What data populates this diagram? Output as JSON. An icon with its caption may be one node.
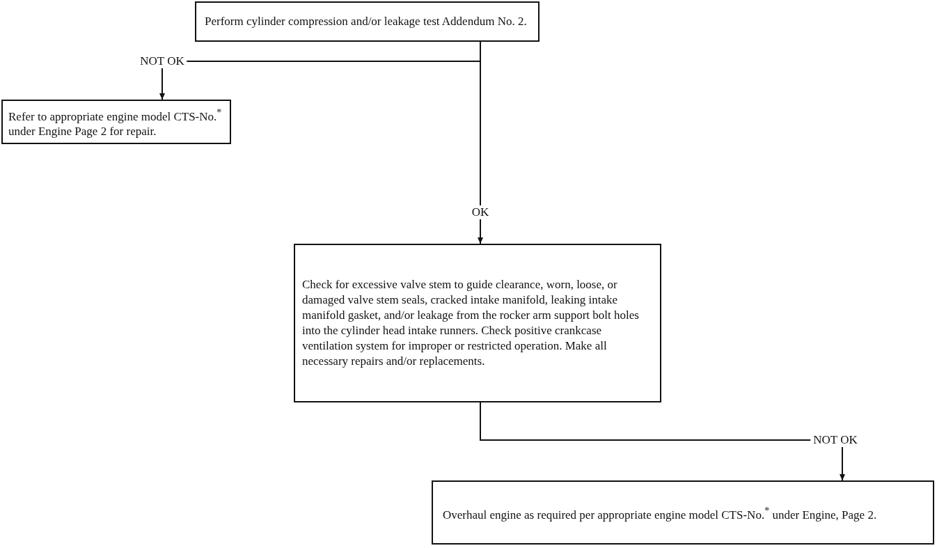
{
  "diagram": {
    "nodes": [
      {
        "text": [
          "Perform cylinder compression and/or leakage test Addendum No. 2."
        ]
      },
      {
        "text": [
          "Refer to appropriate engine model CTS-No.$^{*}$ under Engine Page 2 for repair."
        ]
      },
      {
        "text": [
          "Check for excessive valve stem to guide clearance, worn, loose, or damaged valve stem seals, cracked intake manifold, leaking intake manifold gasket, and/or leakage from the rocker arm support bolt holes into the cylinder head intake runners. Check positive crankcase ventilation system for improper or restricted operation.  Make all necessary repairs and/or replacements."
        ]
      },
      {
        "text": [
          "Overhaul engine as required per appropriate engine model CTS-No.$^{*}$ under Engine, Page 2."
        ]
      }
    ],
    "edges": [
      {
        "from": 0,
        "to": 1,
        "arrow": "to",
        "label": "NOT OK"
      },
      {
        "from": 0,
        "to": 2,
        "arrow": "to",
        "label": "OK"
      },
      {
        "from": 2,
        "to": 3,
        "arrow": "to",
        "label": "NOT OK"
      }
    ]
  }
}
